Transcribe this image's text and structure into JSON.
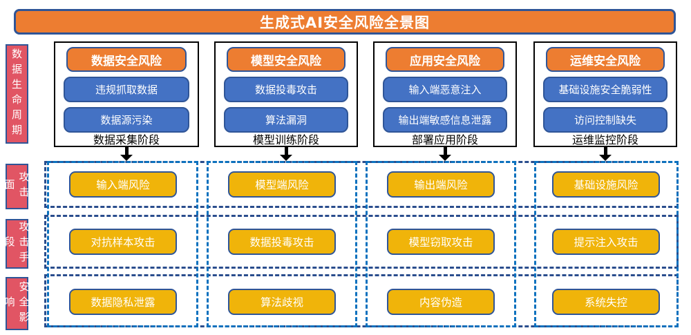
{
  "title": "生成式AI安全风险全景图",
  "colors": {
    "banner_orange": "#ED7D31",
    "risk_blue": "#4472C4",
    "side_label_red": "#E15564",
    "cell_yellow": "#F0B40A",
    "border_dark_blue": "#2F5597",
    "row_dash_navy": "#2A4D8D",
    "column_dash_blue": "#0C71BE",
    "stage_border_black": "#000000"
  },
  "side_labels": [
    {
      "text": "数据生命周期"
    },
    {
      "text": "攻击面"
    },
    {
      "text": "攻击手段"
    },
    {
      "text": "安全影响"
    }
  ],
  "stages": [
    {
      "header": "数据安全风险",
      "items": [
        "违规抓取数据",
        "数据源污染"
      ],
      "phase": "数据采集阶段"
    },
    {
      "header": "模型安全风险",
      "items": [
        "数据投毒攻击",
        "算法漏洞"
      ],
      "phase": "模型训练阶段"
    },
    {
      "header": "应用安全风险",
      "items": [
        "输入端恶意注入",
        "输出端敏感信息泄露"
      ],
      "phase": "部署应用阶段"
    },
    {
      "header": "运维安全风险",
      "items": [
        "基础设施安全脆弱性",
        "访问控制缺失"
      ],
      "phase": "运维监控阶段"
    }
  ],
  "matrix_rows": [
    {
      "label": "攻击面",
      "cells": [
        "输入端风险",
        "模型端风险",
        "输出端风险",
        "基础设施风险"
      ]
    },
    {
      "label": "攻击手段",
      "cells": [
        "对抗样本攻击",
        "数据投毒攻击",
        "模型窃取攻击",
        "提示注入攻击"
      ]
    },
    {
      "label": "安全影响",
      "cells": [
        "数据隐私泄露",
        "算法歧视",
        "内容伪造",
        "系统失控"
      ]
    }
  ]
}
